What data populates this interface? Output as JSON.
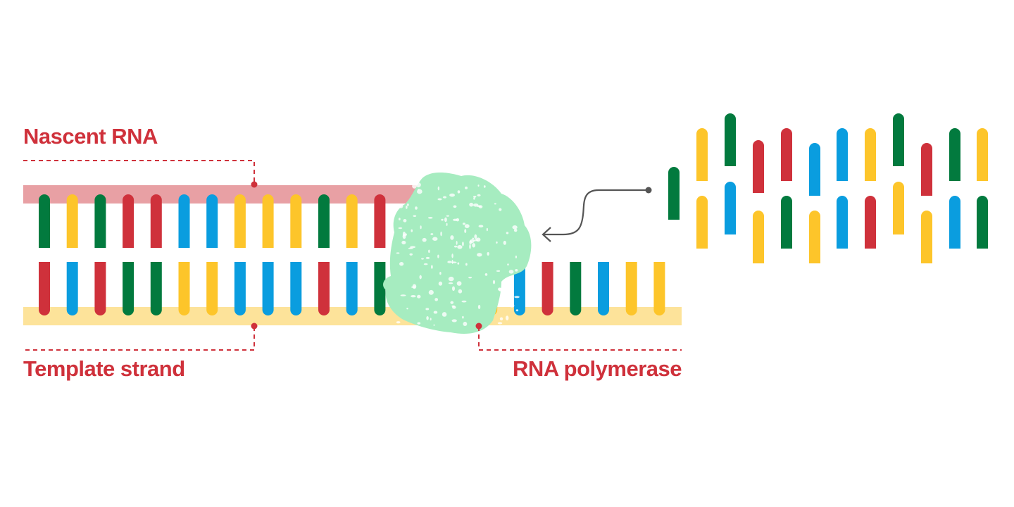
{
  "labels": {
    "nascent_rna": "Nascent RNA",
    "template_strand": "Template strand",
    "rna_polymerase": "RNA polymerase"
  },
  "colors": {
    "green": "#027a3e",
    "yellow": "#fdc52a",
    "red": "#cf313b",
    "blue": "#0a9ddf",
    "label": "#cf313b",
    "rna_band": "#e8a0a4",
    "template_band": "#fde39a",
    "polymerase": "#a6ecc0",
    "arrow": "#555555"
  },
  "nascent_rna_bases": [
    "green",
    "yellow",
    "green",
    "red",
    "red",
    "blue",
    "blue",
    "yellow",
    "yellow",
    "yellow",
    "green",
    "yellow",
    "red"
  ],
  "template_bases": [
    "red",
    "blue",
    "red",
    "green",
    "green",
    "yellow",
    "yellow",
    "blue",
    "blue",
    "blue",
    "red",
    "blue",
    "green",
    "green",
    "yellow",
    "yellow",
    "yellow",
    "blue",
    "red",
    "green",
    "blue",
    "yellow",
    "yellow"
  ],
  "free_nucleotides": {
    "top_row": [
      "green",
      "yellow",
      "green",
      "red",
      "red",
      "blue",
      "blue",
      "yellow",
      "green",
      "red",
      "green",
      "yellow"
    ],
    "bottom_row": [
      null,
      "yellow",
      "blue",
      "yellow",
      "green",
      "yellow",
      "blue",
      "red",
      "yellow",
      "yellow",
      "blue",
      "green"
    ]
  }
}
